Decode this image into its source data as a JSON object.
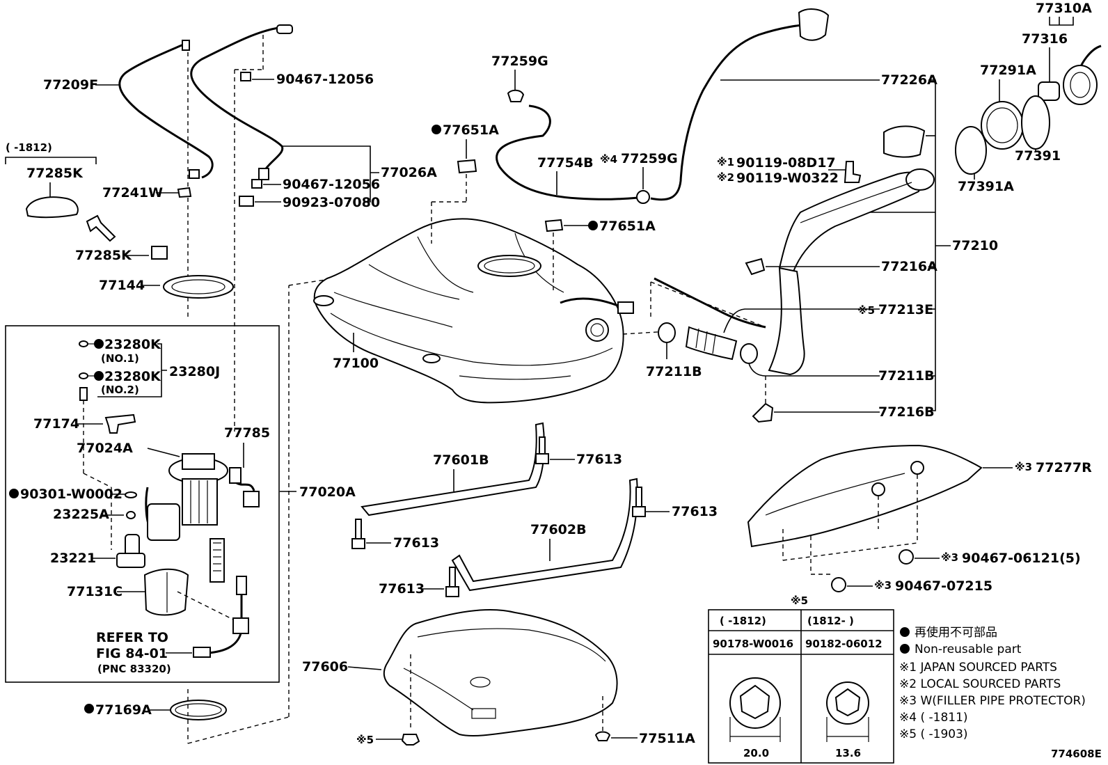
{
  "labels": {
    "l77209F": "77209F",
    "l1812a": "(    -1812)",
    "l77285K_a": "77285K",
    "l77241W": "77241W",
    "l77285K_b": "77285K",
    "l77144": "77144",
    "l23280K_1": "23280K",
    "lNO1": "(NO.1)",
    "l23280K_2": "23280K",
    "lNO2": "(NO.2)",
    "l23280J": "23280J",
    "l77174": "77174",
    "l77785": "77785",
    "l77024A": "77024A",
    "l90301": "90301-W0002",
    "l23225A": "23225A",
    "l23221": "23221",
    "l77131C": "77131C",
    "lRefer1": "REFER TO",
    "lRefer2": "FIG 84-01",
    "lRefer3": "(PNC 83320)",
    "l77169A": "77169A",
    "l77020A": "77020A",
    "l90467_12056a": "90467-12056",
    "l90467_12056b": "90467-12056",
    "l90923": "90923-07080",
    "l77026A": "77026A",
    "l77259G_a": "77259G",
    "l77651A_a": "77651A",
    "l77754B": "77754B",
    "l77259G_b": "77259G",
    "lmark4": "※4",
    "l77651A_b": "77651A",
    "l77100": "77100",
    "l77211B_a": "77211B",
    "l77601B": "77601B",
    "l77613_a": "77613",
    "l77613_b": "77613",
    "l77613_c": "77613",
    "l77613_d": "77613",
    "l77602B": "77602B",
    "l77606": "77606",
    "lmark5a": "※5",
    "l77511A": "77511A",
    "l77226A": "77226A",
    "l77310A": "77310A",
    "l77316": "77316",
    "l77291A": "77291A",
    "l77391": "77391",
    "l77391A": "77391A",
    "l90119_08D17": "90119-08D17",
    "lmark1": "※1",
    "l90119_W0322": "90119-W0322",
    "lmark2": "※2",
    "l77210": "77210",
    "l77216A": "77216A",
    "l77213E": "77213E",
    "lmark5b": "※5",
    "l77211B_b": "77211B",
    "l77216B": "77216B",
    "l77277R": "77277R",
    "lmark3a": "※3",
    "l90467_06121": "90467-06121(5)",
    "lmark3b": "※3",
    "l90467_07215": "90467-07215",
    "lmark3c": "※3"
  },
  "table": {
    "title": "※5",
    "col1_range": "(    -1812)",
    "col2_range": "(1812-    )",
    "col1_part": "90178-W0016",
    "col2_part": "90182-06012",
    "col1_dim": "20.0",
    "col2_dim": "13.6"
  },
  "legend": {
    "jp": "再使用不可部品",
    "en": "Non-reusable part",
    "n1": "※1 JAPAN SOURCED PARTS",
    "n2": "※2 LOCAL SOURCED PARTS",
    "n3": "※3 W(FILLER PIPE PROTECTOR)",
    "n4": "※4 (     -1811)",
    "n5": "※5 (     -1903)"
  },
  "figure_id": "774608E"
}
